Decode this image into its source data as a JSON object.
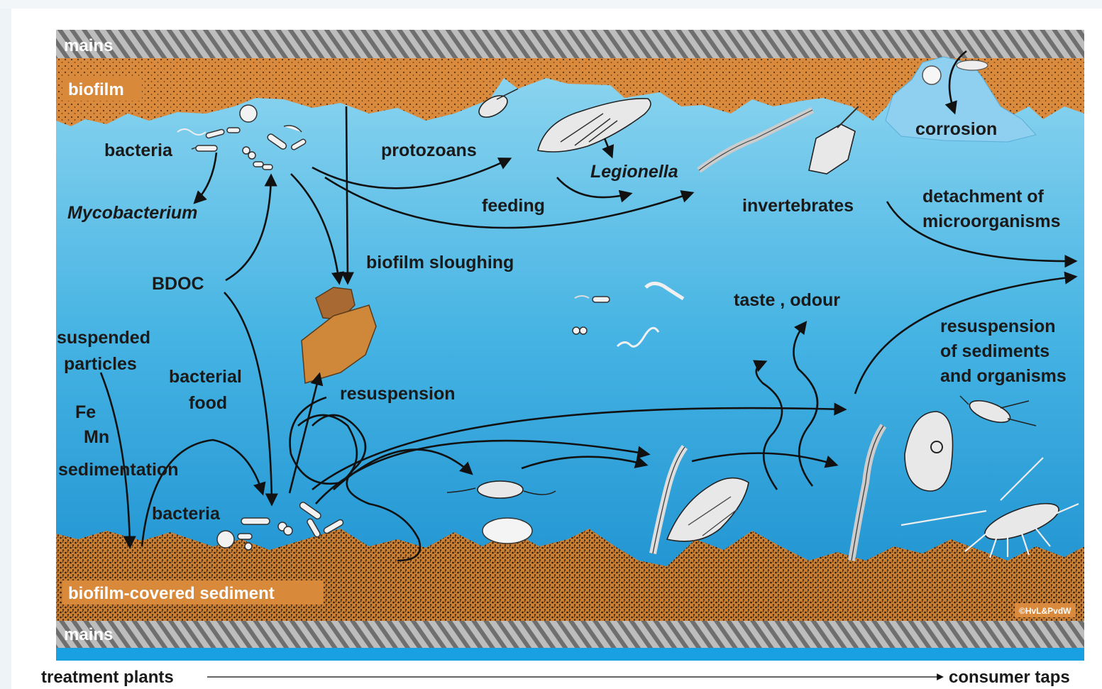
{
  "labels": {
    "mains_top": "mains",
    "mains_bottom": "mains",
    "biofilm": "biofilm",
    "biofilm_sediment": "biofilm-covered sediment",
    "bacteria_top": "bacteria",
    "bacteria_bottom": "bacteria",
    "mycobacterium": "Mycobacterium",
    "protozoans": "protozoans",
    "legionella": "Legionella",
    "feeding": "feeding",
    "invertebrates": "invertebrates",
    "corrosion": "corrosion",
    "detachment": [
      "detachment of",
      "microorganisms"
    ],
    "bdoc": "BDOC",
    "biofilm_sloughing": "biofilm sloughing",
    "suspended_particles": [
      "suspended",
      "particles"
    ],
    "bacterial_food": [
      "bacterial",
      "food"
    ],
    "fe": "Fe",
    "mn": "Mn",
    "sedimentation": "sedimentation",
    "resuspension": "resuspension",
    "taste_odour": "taste , odour",
    "resuspension_sediments": [
      "resuspension",
      "of sediments",
      "and organisms"
    ],
    "copyright": "©HvL&PvdW",
    "treatment_plants": "treatment plants",
    "consumer_taps": "consumer taps"
  },
  "colors": {
    "water_top": "#7fd0ee",
    "water_bottom": "#1f97d4",
    "biofilm": "#d9893a",
    "pipe_wall": "#8a8a8a",
    "blue_band": "#1aa0e0",
    "frame_left": "#eef3f8"
  },
  "icons": [
    "bacteria-cluster",
    "protozoan",
    "legionella-host",
    "nematode",
    "isopod",
    "copepod",
    "water-flea",
    "corrosion-tubercle",
    "sloughed-biofilm"
  ]
}
